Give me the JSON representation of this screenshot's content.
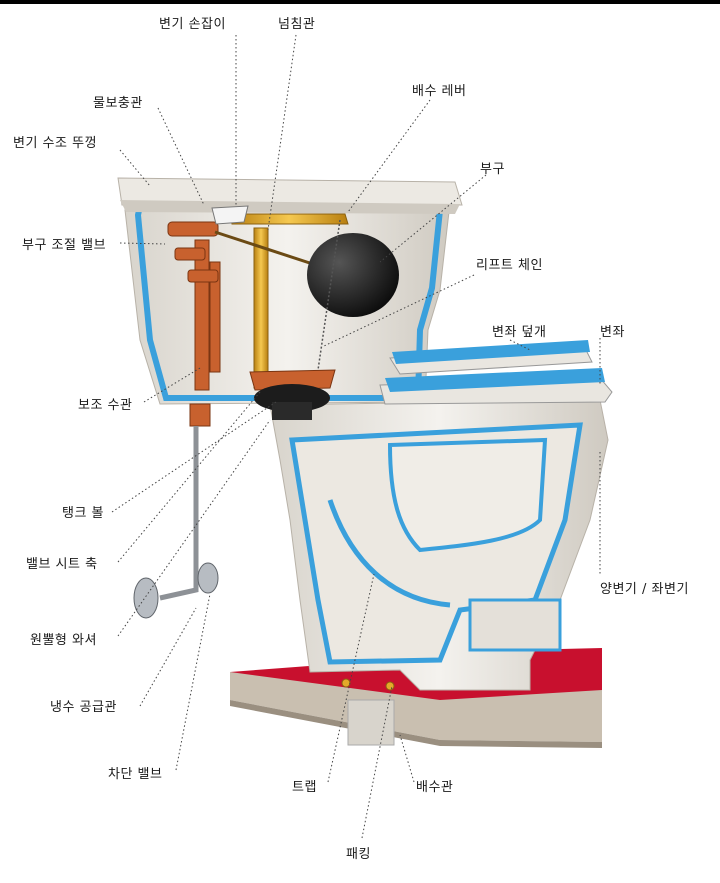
{
  "labels": {
    "flush_handle": "변기 손잡이",
    "overflow_tube": "넘침관",
    "refill_tube": "물보충관",
    "flush_lever": "배수 레버",
    "tank_lid": "변기 수조 뚜껑",
    "float": "부구",
    "float_valve": "부구 조절 밸브",
    "lift_chain": "리프트 체인",
    "seat_cover": "변좌 덮개",
    "seat": "변좌",
    "aux_pipe": "보조 수관",
    "tank_ball": "탱크 볼",
    "valve_seat_shaft": "밸브 시트 축",
    "cone_washer": "원뿔형 와셔",
    "bowl": "양변기 / 좌변기",
    "cold_supply": "냉수 공급관",
    "shutoff_valve": "차단 밸브",
    "trap": "트랩",
    "drain_pipe": "배수관",
    "gasket": "패킹"
  },
  "colors": {
    "blue_liner": "#3aa0dc",
    "porcelain": "#e9e6e0",
    "copper": "#c8612e",
    "brass": "#e4a92a",
    "ball": "#1c1c1c",
    "floor_red": "#c8102e"
  }
}
